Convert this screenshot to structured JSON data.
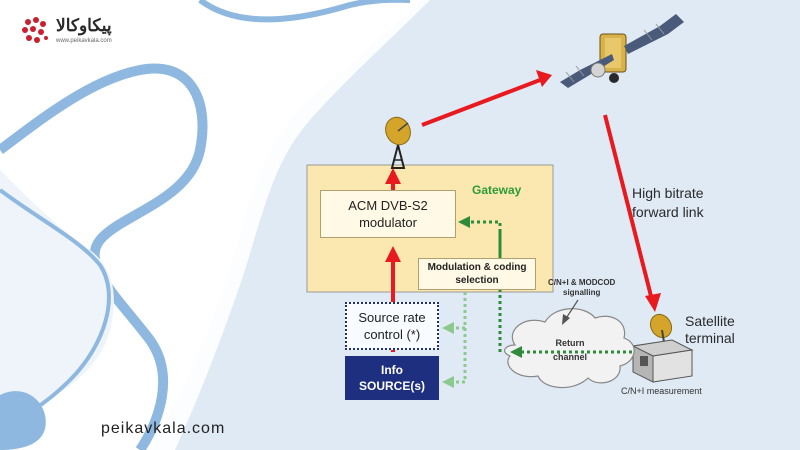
{
  "brand": {
    "logo_text": "پیکاوکالا",
    "logo_sub": "www.peikavkala.com",
    "website": "peikavkala.com"
  },
  "diagram": {
    "gateway_label": "Gateway",
    "modulator_line1": "ACM DVB-S2",
    "modulator_line2": "modulator",
    "modcod_line1": "Modulation & coding",
    "modcod_line2": "selection",
    "source_rate_line1": "Source rate",
    "source_rate_line2": "control (*)",
    "info_line1": "Info",
    "info_line2": "SOURCE(s)",
    "forward_link_line1": "High bitrate",
    "forward_link_line2": "forward link",
    "signalling_line1": "C/N+I & MODCOD",
    "signalling_line2": "signalling",
    "return_line1": "Return",
    "return_line2": "channel",
    "terminal_line1": "Satellite",
    "terminal_line2": "terminal",
    "measurement": "C/N+I measurement"
  },
  "colors": {
    "forward_arrow": "#e8191f",
    "signalling_arrow": "#2e8b3a",
    "gateway_fill": "#fbe8b0",
    "gateway_border": "#8a8a8a",
    "info_source_fill": "#1d2f7e",
    "source_rate_border": "#1d2f7e",
    "background_blue": "#dde9f5",
    "river_blue": "#8fb8e0",
    "logo_red": "#c8202f"
  }
}
